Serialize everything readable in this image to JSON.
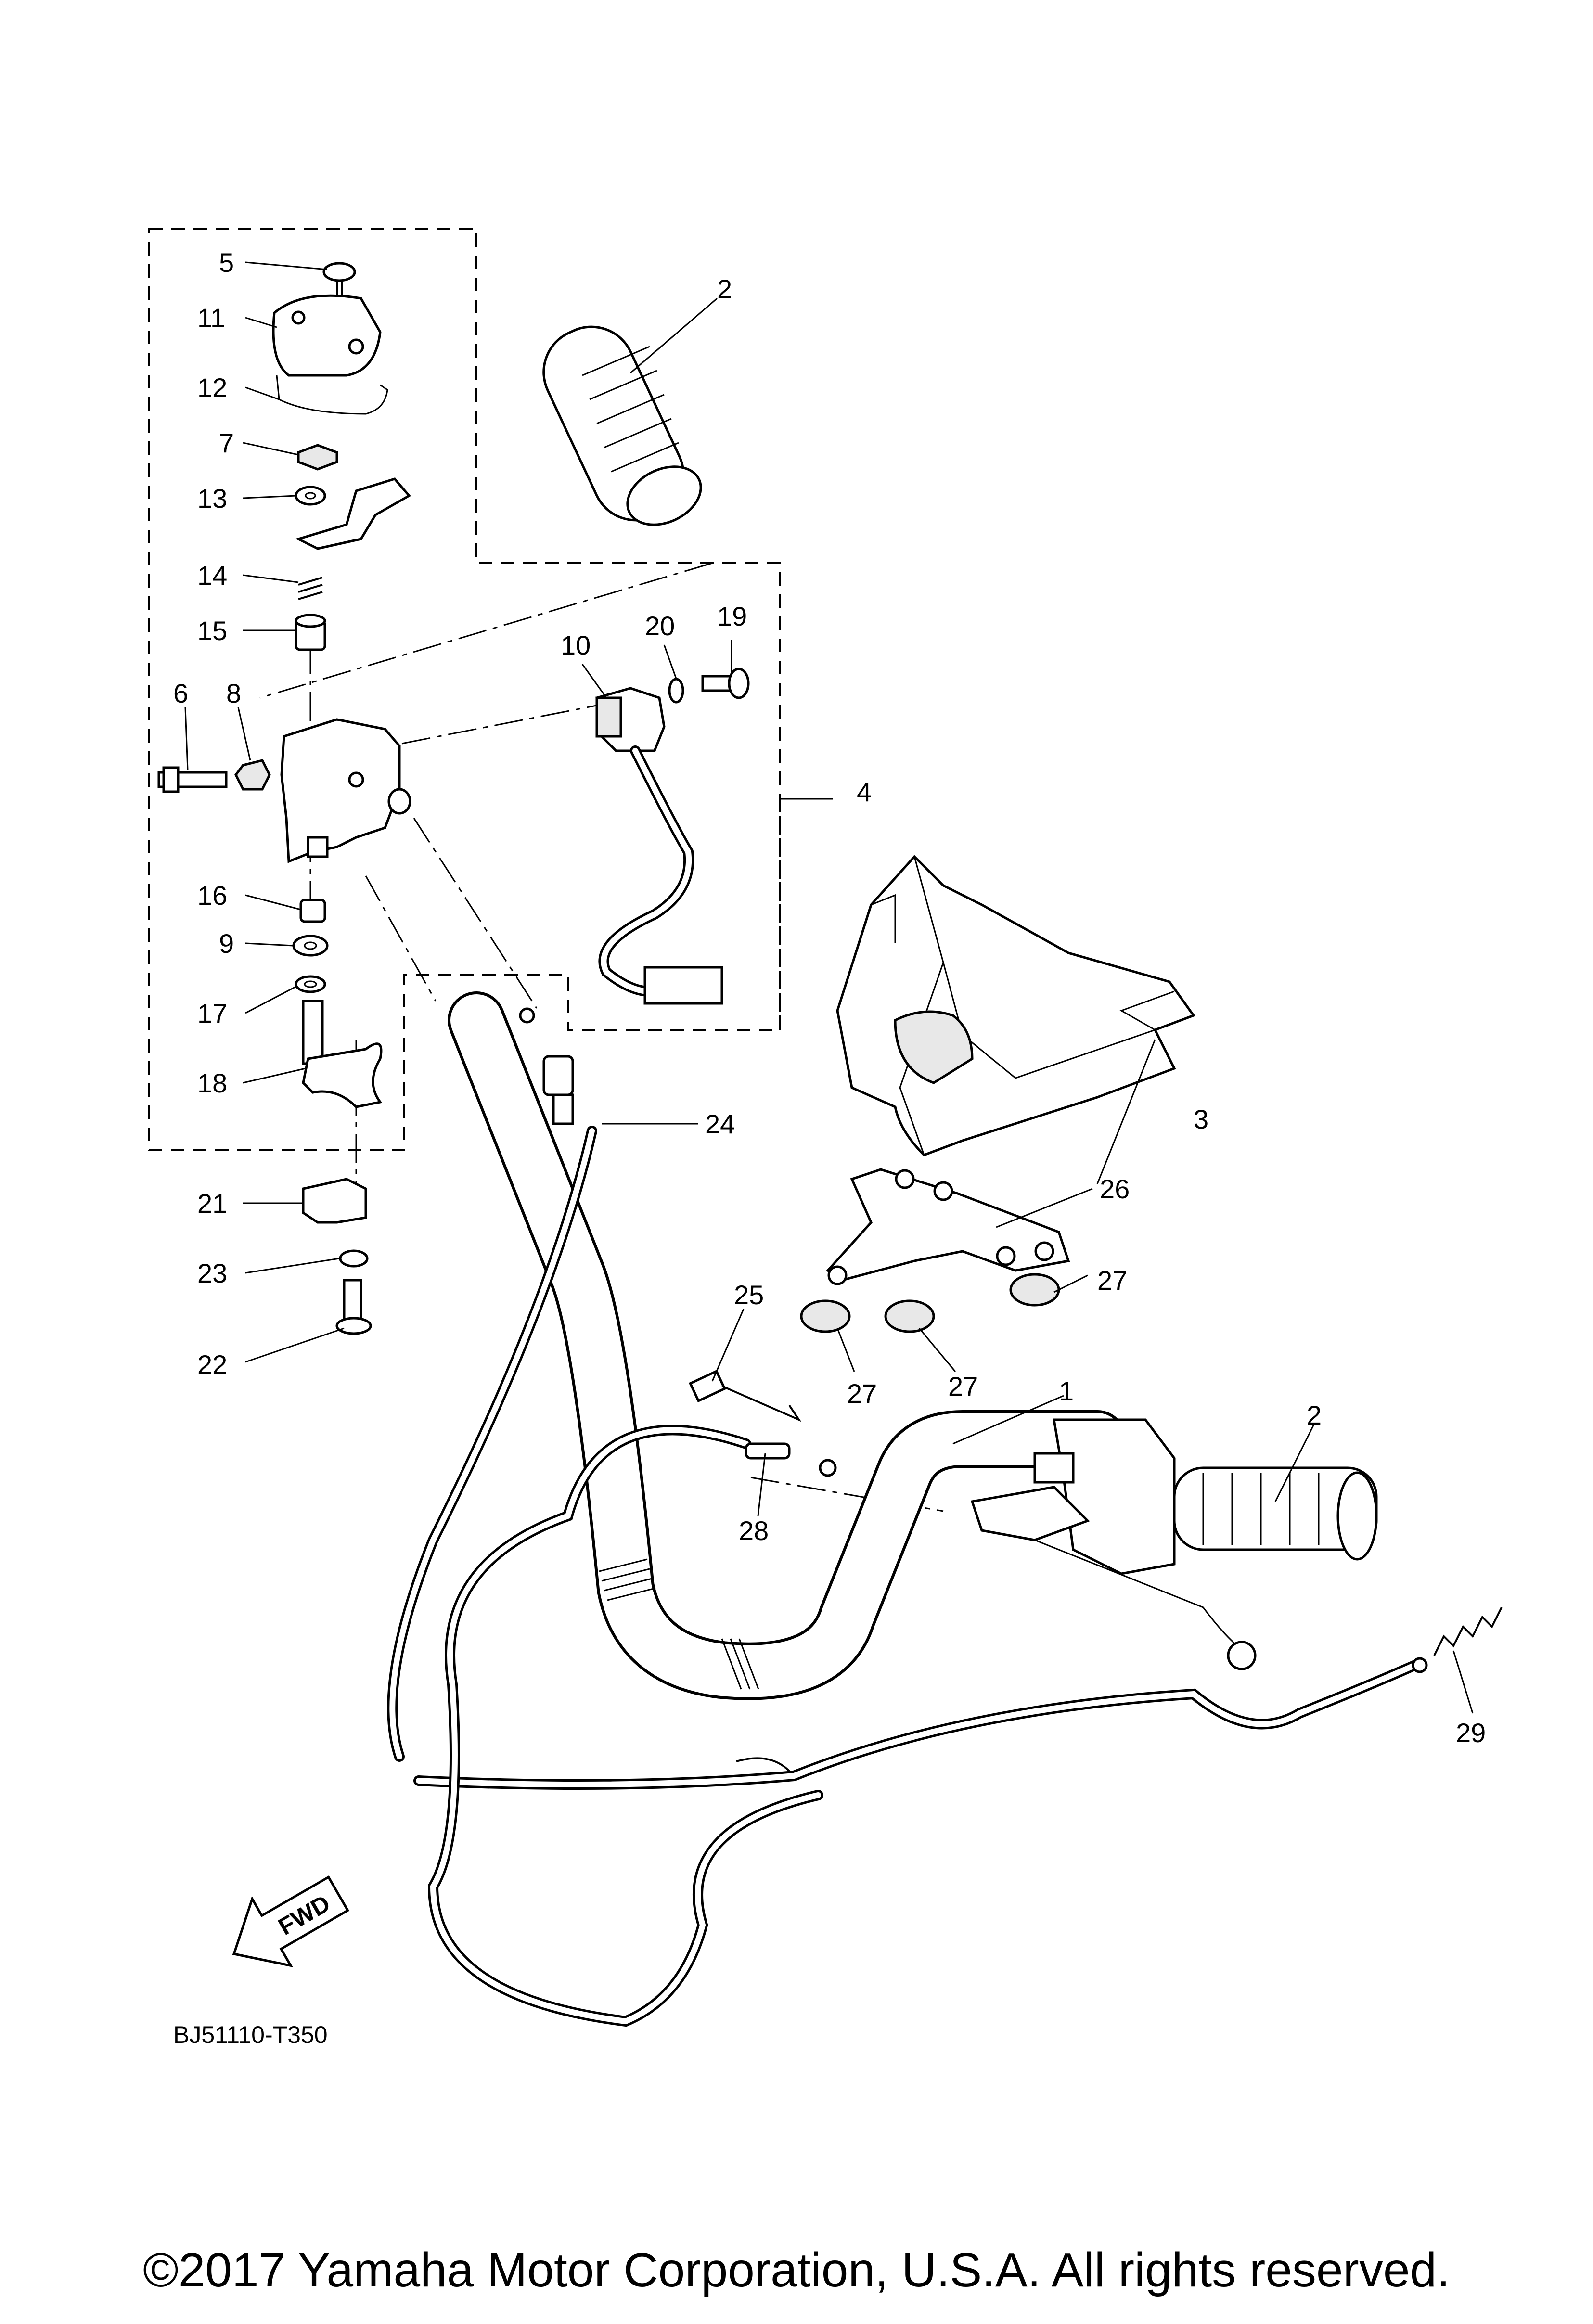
{
  "diagram": {
    "reference_code": "BJ51110-T350",
    "direction_arrow": {
      "label": "FWD",
      "icon": "fwd-arrow-icon"
    },
    "callouts": [
      {
        "id": "c1",
        "number": "1"
      },
      {
        "id": "c2a",
        "number": "2"
      },
      {
        "id": "c2b",
        "number": "2"
      },
      {
        "id": "c3",
        "number": "3"
      },
      {
        "id": "c4",
        "number": "4"
      },
      {
        "id": "c5",
        "number": "5"
      },
      {
        "id": "c6",
        "number": "6"
      },
      {
        "id": "c7",
        "number": "7"
      },
      {
        "id": "c8",
        "number": "8"
      },
      {
        "id": "c9",
        "number": "9"
      },
      {
        "id": "c10",
        "number": "10"
      },
      {
        "id": "c11",
        "number": "11"
      },
      {
        "id": "c12",
        "number": "12"
      },
      {
        "id": "c13",
        "number": "13"
      },
      {
        "id": "c14",
        "number": "14"
      },
      {
        "id": "c15",
        "number": "15"
      },
      {
        "id": "c16",
        "number": "16"
      },
      {
        "id": "c17",
        "number": "17"
      },
      {
        "id": "c18",
        "number": "18"
      },
      {
        "id": "c19",
        "number": "19"
      },
      {
        "id": "c20",
        "number": "20"
      },
      {
        "id": "c21",
        "number": "21"
      },
      {
        "id": "c22",
        "number": "22"
      },
      {
        "id": "c23",
        "number": "23"
      },
      {
        "id": "c24",
        "number": "24"
      },
      {
        "id": "c25",
        "number": "25"
      },
      {
        "id": "c26",
        "number": "26"
      },
      {
        "id": "c27a",
        "number": "27"
      },
      {
        "id": "c27b",
        "number": "27"
      },
      {
        "id": "c27c",
        "number": "27"
      },
      {
        "id": "c28",
        "number": "28"
      },
      {
        "id": "c29",
        "number": "29"
      }
    ]
  },
  "footer": {
    "copyright": "©2017 Yamaha Motor Corporation, U.S.A. All rights reserved."
  }
}
